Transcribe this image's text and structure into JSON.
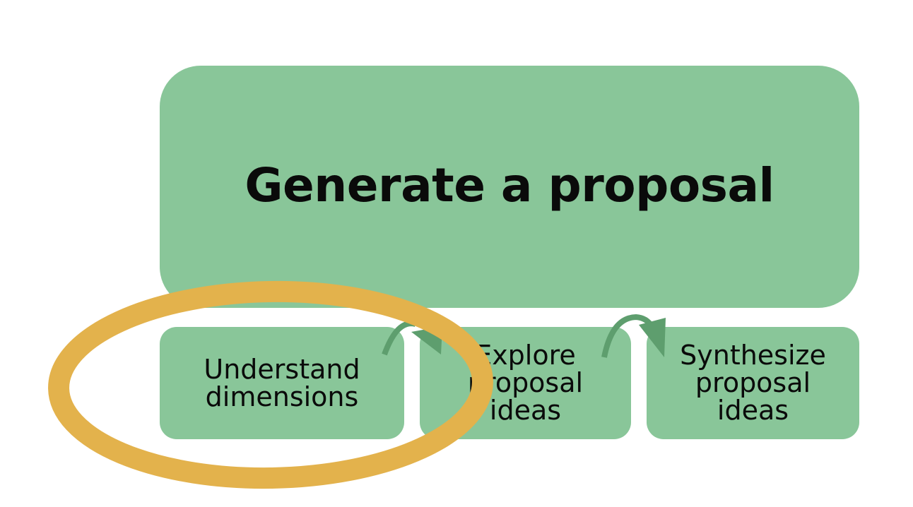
{
  "diagram": {
    "title": "Generate a proposal",
    "steps": [
      {
        "label": "Understand\ndimensions"
      },
      {
        "label": "Explore\nproposal\nideas"
      },
      {
        "label": "Synthesize\nproposal\nideas"
      }
    ],
    "highlighted_step": "Understand\ndimensions"
  },
  "colors": {
    "box_fill": "#89c699",
    "arrow": "#5e9e6e",
    "highlight_ring": "#e3b24c",
    "text": "#0a0a0a"
  }
}
